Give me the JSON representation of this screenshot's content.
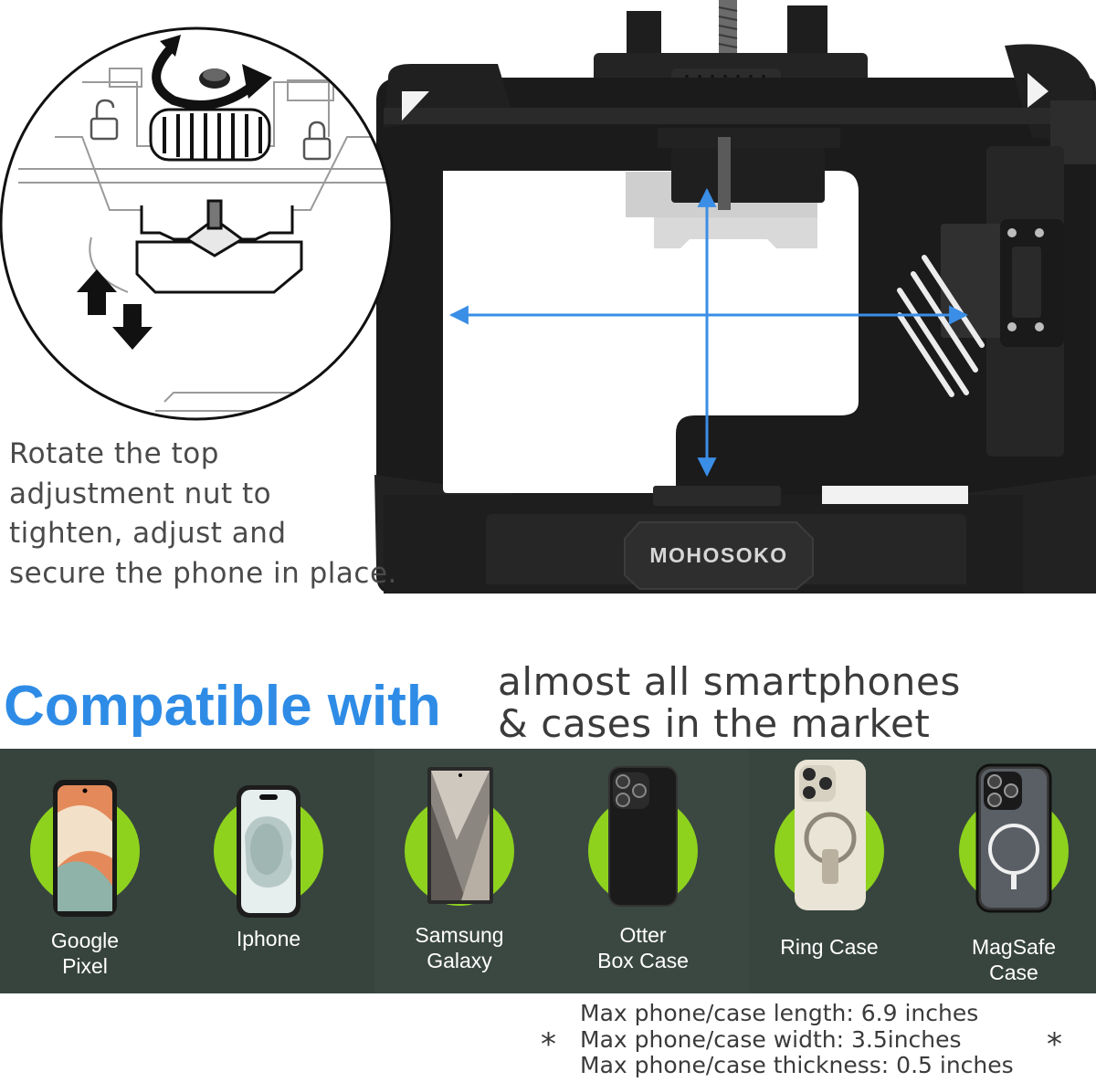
{
  "instruction": {
    "lines": [
      "Rotate the top",
      "adjustment nut to",
      "tighten, adjust and",
      "secure the phone in place."
    ]
  },
  "brand": {
    "logo_text": "MOHOSOKO"
  },
  "compatibility": {
    "title": "Compatible with",
    "subtitle_lines": [
      "almost all smartphones",
      "& cases in the market"
    ]
  },
  "phones": [
    {
      "id": "google-pixel",
      "label_lines": [
        "Google",
        "Pixel"
      ]
    },
    {
      "id": "iphone",
      "label_lines": [
        "Iphone"
      ]
    },
    {
      "id": "samsung-galaxy",
      "label_lines": [
        "Samsung",
        "Galaxy"
      ]
    },
    {
      "id": "otter-box-case",
      "label_lines": [
        "Otter",
        "Box Case"
      ]
    },
    {
      "id": "ring-case",
      "label_lines": [
        "Ring Case"
      ]
    },
    {
      "id": "magsafe-case",
      "label_lines": [
        "MagSafe",
        "Case"
      ]
    }
  ],
  "specs": {
    "marker": "*",
    "lines": [
      "Max phone/case length: 6.9 inches",
      "Max phone/case width: 3.5inches",
      "Max phone/case thickness: 0.5 inches"
    ]
  },
  "colors": {
    "accent_blue": "#2e8ce6",
    "arrow_blue": "#3a8ee6",
    "circle_green": "#8ed21e",
    "strip_bg": "#3a4741",
    "rig_black": "#1c1c1c"
  },
  "icons": {
    "rotate": "rotate-arrow-icon",
    "updown": "up-down-arrows-icon",
    "unlock": "unlock-icon",
    "lock": "lock-icon"
  }
}
